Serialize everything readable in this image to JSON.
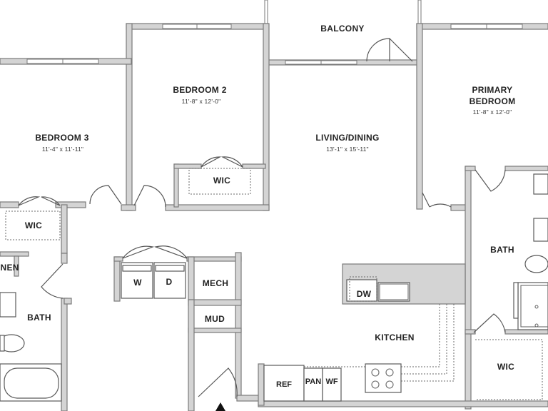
{
  "rooms": {
    "balcony": {
      "label": "BALCONY"
    },
    "bedroom2": {
      "label": "BEDROOM 2",
      "dims": "11'-8\" x 12'-0\""
    },
    "bedroom3": {
      "label": "BEDROOM 3",
      "dims": "11'-4\" x 11'-11\""
    },
    "living": {
      "label": "LIVING/DINING",
      "dims": "13'-1\" x 15'-11\""
    },
    "primary": {
      "label_line1": "PRIMARY",
      "label_line2": "BEDROOM",
      "dims": "11'-8\" x 12'-0\""
    },
    "wic_bed2": {
      "label": "WIC"
    },
    "wic_bed3": {
      "label": "WIC"
    },
    "wic_primary": {
      "label": "WIC"
    },
    "bath_left": {
      "label": "BATH"
    },
    "bath_right": {
      "label": "BATH"
    },
    "linen": {
      "label": "LINEN"
    },
    "mech": {
      "label": "MECH"
    },
    "mud": {
      "label": "MUD"
    },
    "kitchen": {
      "label": "KITCHEN"
    }
  },
  "fixtures": {
    "washer": "W",
    "dryer": "D",
    "dishwasher": "DW",
    "refrigerator": "REF",
    "pantry": "PAN",
    "wf": "WF"
  },
  "colors": {
    "wall_fill": "#d4d4d4",
    "wall_stroke": "#7a7a7a",
    "text": "#222222"
  }
}
